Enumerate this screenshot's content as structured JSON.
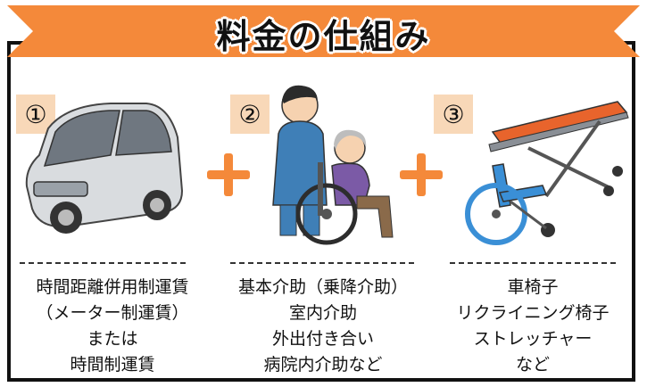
{
  "title": "料金の仕組み",
  "colors": {
    "accent": "#f4893a",
    "badge": "#f8d8b8",
    "border": "#111111"
  },
  "items": [
    {
      "badge": "①",
      "icon": "minivan-icon",
      "lines": [
        "時間距離併用制運賃",
        "（メーター制運賃）",
        "または",
        "時間制運賃"
      ]
    },
    {
      "badge": "②",
      "icon": "caregiver-wheelchair-icon",
      "lines": [
        "基本介助（乗降介助）",
        "室内介助",
        "外出付き合い",
        "病院内介助など"
      ]
    },
    {
      "badge": "③",
      "icon": "wheelchair-stretcher-icon",
      "lines": [
        "車椅子",
        "リクライニング椅子",
        "ストレッチャー",
        "など"
      ]
    }
  ]
}
